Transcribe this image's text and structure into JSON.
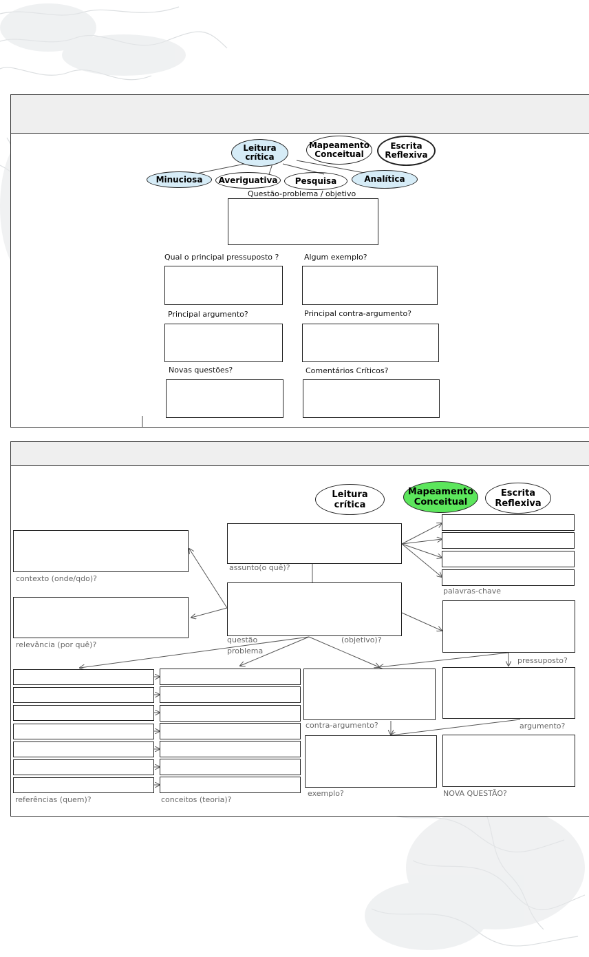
{
  "diagram1": {
    "ovals": {
      "leitura": [
        "Leitura",
        "crítica"
      ],
      "mapeamento": [
        "Mapeamento",
        "Conceitual"
      ],
      "escrita": [
        "Escrita",
        "Reflexiva"
      ],
      "minuciosa": "Minuciosa",
      "averiguativa": "Averiguativa",
      "pesquisa": "Pesquisa",
      "analitica": "Analítica"
    },
    "labels": {
      "questao": "Questão-problema / objetivo",
      "pressuposto": "Qual o principal pressuposto ?",
      "exemplo": "Algum exemplo?",
      "argumento": "Principal argumento?",
      "contra": "Principal contra-argumento?",
      "novas": "Novas questões?",
      "comentarios": "Comentários Críticos?"
    }
  },
  "diagram2": {
    "ovals": {
      "leitura": [
        "Leitura",
        "crítica"
      ],
      "mapeamento": [
        "Mapeamento",
        "Conceitual"
      ],
      "escrita": [
        "Escrita",
        "Reflexiva"
      ]
    },
    "labels": {
      "contexto": "contexto (onde/qdo)?",
      "relevancia": "relevância (por quê)?",
      "assunto": "assunto(o quê)?",
      "questao": "questão",
      "problema": "problema",
      "objetivo": "(objetivo)?",
      "palavras": "palavras-chave",
      "pressuposto": "pressuposto?",
      "contra": "contra-argumento?",
      "argumento": "argumento?",
      "exemplo": "exemplo?",
      "nova": "NOVA QUESTÃO?",
      "referencias": "referências (quem)?",
      "conceitos": "conceitos (teoria)?"
    }
  },
  "colors": {
    "blue_oval": "#d6ecf7",
    "green_oval": "#5ce65c",
    "header": "#efefef"
  }
}
